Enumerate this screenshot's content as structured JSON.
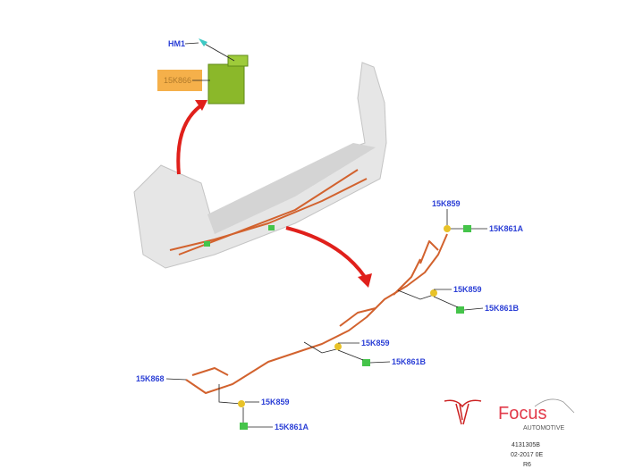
{
  "labels": {
    "hm1": "HM1",
    "module": "15K866",
    "k859_1": "15K859",
    "k861a_1": "15K861A",
    "k859_2": "15K859",
    "k861b_1": "15K861B",
    "k859_3": "15K859",
    "k861b_2": "15K861B",
    "k868": "15K868",
    "k859_4": "15K859",
    "k861a_2": "15K861A"
  },
  "logo": {
    "name": "Focus",
    "sub": "AUTOMOTIVE"
  },
  "footer": {
    "ref": "4131305B",
    "date": "02-2017 0E",
    "rev": "R6"
  },
  "colors": {
    "label": "#2b3fd6",
    "wire": "#d2622e",
    "arrow": "#e0201b",
    "module": "#8bb82a",
    "highlight": "#f5b04a",
    "sensor": "#e8c228",
    "clip": "#45c44a"
  }
}
